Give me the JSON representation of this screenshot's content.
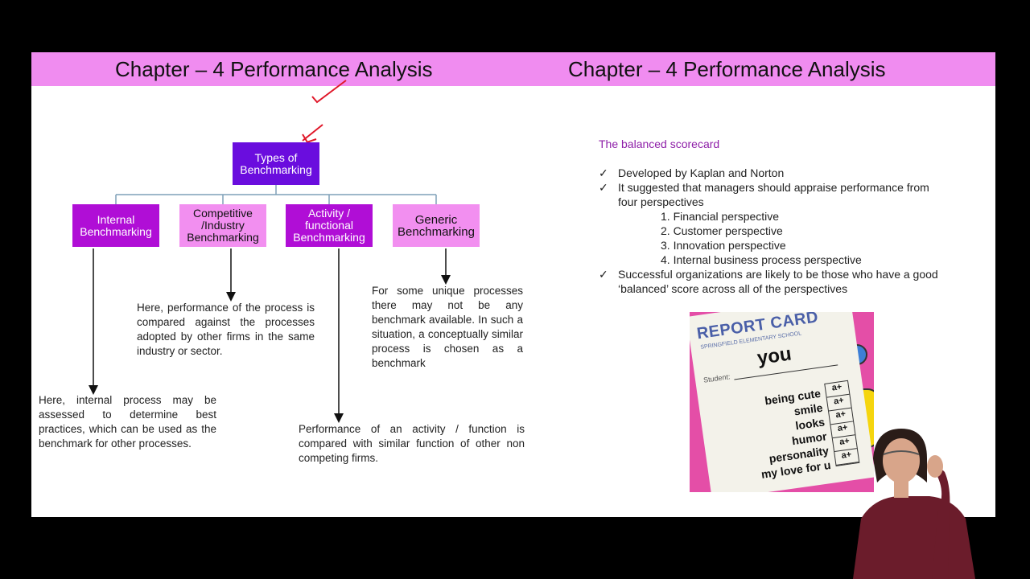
{
  "slide": {
    "left_title": "Chapter – 4 Performance Analysis",
    "right_title": "Chapter – 4 Performance Analysis"
  },
  "diagram": {
    "root": "Types of Benchmarking",
    "branches": [
      {
        "label": "Internal Benchmarking",
        "description": "Here, internal process may be assessed to determine best practices, which can be used as the benchmark for other processes."
      },
      {
        "label": "Competitive /Industry Benchmarking",
        "description": "Here, performance of the process is compared against the processes adopted by other firms in the same industry or sector."
      },
      {
        "label": "Activity / functional Benchmarking",
        "description": "Performance of an activity / function is compared with similar function of other non competing firms."
      },
      {
        "label": "Generic Benchmarking",
        "description": "For some unique processes there may not be any benchmark available. In such a situation, a conceptually similar process is chosen as a benchmark"
      }
    ]
  },
  "scorecard": {
    "title": "The balanced scorecard",
    "points": [
      "Developed by Kaplan and Norton",
      "It suggested that managers should appraise performance from four perspectives"
    ],
    "perspectives": [
      "1. Financial perspective",
      "2. Customer perspective",
      "3. Innovation perspective",
      "4. Internal business process perspective"
    ],
    "last_point": "Successful organizations are likely to be those who have a good ‘balanced’ score across all of the perspectives",
    "check_mark": "✓"
  },
  "report_card": {
    "title": "REPORT CARD",
    "school": "SPRINGFIELD ELEMENTARY SCHOOL",
    "student_label": "Student:",
    "student_name": "you",
    "items": [
      "being cute",
      "smile",
      "looks",
      "humor",
      "personality",
      "my love for u"
    ],
    "grades": [
      "a+",
      "a+",
      "a+",
      "a+",
      "a+",
      "a+"
    ]
  },
  "colors": {
    "title_bar": "#f08cf0",
    "root_box": "#6a0dde",
    "dark_box": "#b00ed6",
    "light_box": "#f28ff0",
    "annotation": "#e0182a"
  }
}
